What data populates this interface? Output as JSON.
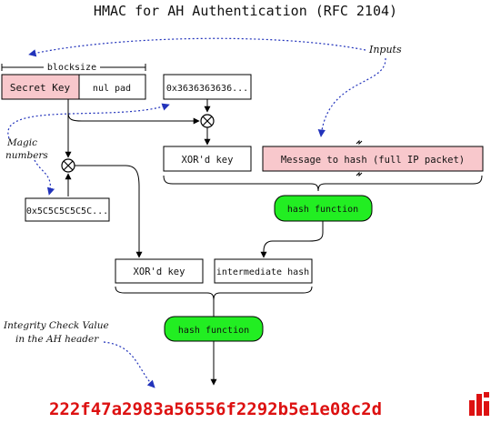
{
  "title": "HMAC for AH Authentication (RFC 2104)",
  "labels": {
    "inputs": "Inputs",
    "blocksize": "blocksize",
    "magic_line1": "Magic",
    "magic_line2": "numbers",
    "icv_line1": "Integrity Check Value",
    "icv_line2": "in the AH header"
  },
  "boxes": {
    "secret_key": "Secret Key",
    "nul_pad": "nul pad",
    "ipad": "0x3636363636...",
    "xord_key_top": "XOR'd key",
    "message": "Message to hash (full IP packet)",
    "opad": "0x5C5C5C5C5C...",
    "hash_function_1": "hash function",
    "xord_key_bottom": "XOR'd key",
    "intermediate_hash": "intermediate hash",
    "hash_function_2": "hash function"
  },
  "result": "222f47a2983a56556f2292b5e1e08c2d",
  "colors": {
    "key_fill": "#f8c8cc",
    "message_fill": "#f8c8cc",
    "hash_fill": "#22ee22",
    "result_text": "#dd1111",
    "dotted_arrow": "#2233bb",
    "logo": "#dd1111"
  },
  "icons": {
    "xor": "xor-circle-icon",
    "logo": "bar-logo-icon"
  }
}
